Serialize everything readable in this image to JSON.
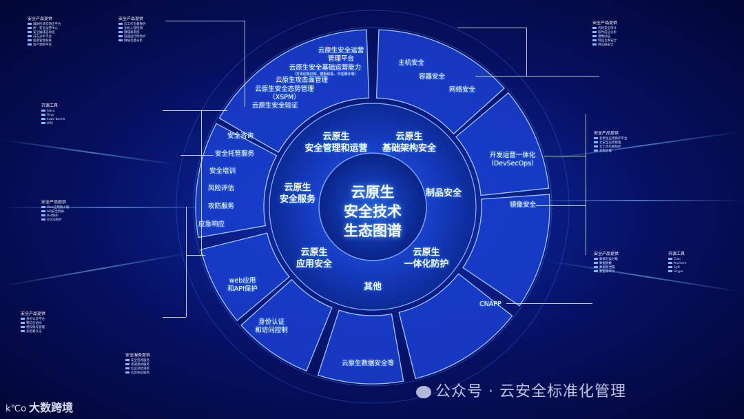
{
  "core_title": [
    "云原生",
    "安全技术",
    "生态图谱"
  ],
  "inner_sections": [
    {
      "id": "mgmt",
      "lines": [
        "云原生",
        "安全管理和运营"
      ]
    },
    {
      "id": "infra",
      "lines": [
        "云原生",
        "基础架构安全"
      ]
    },
    {
      "id": "product",
      "lines": [
        "制品安全"
      ]
    },
    {
      "id": "integrated",
      "lines": [
        "云原生",
        "一体化防护"
      ]
    },
    {
      "id": "other",
      "lines": [
        "其他"
      ]
    },
    {
      "id": "app",
      "lines": [
        "云原生",
        "应用安全"
      ]
    },
    {
      "id": "service",
      "lines": [
        "云原生",
        "安全服务"
      ]
    }
  ],
  "outer_segments": {
    "ops": [
      "云原生安全运营",
      "管理平台",
      "云原生安全基础运营能力",
      "（方法论知识库、模板体系、日志审计等）",
      "云原生攻击面管理",
      "云原生安全态势管理",
      "（XSPM）",
      "云原生安全验证"
    ],
    "infra": [
      "主机安全",
      "容器安全",
      "网络安全"
    ],
    "devsecops": [
      "开发运营一体化",
      "（DevSecOps）"
    ],
    "image": [
      "镜像安全"
    ],
    "cnapp": [
      "CNAPP"
    ],
    "data": [
      "云原生数据安全等"
    ],
    "identity": [
      "身份认证",
      "和访问控制"
    ],
    "web": [
      "web应用",
      "和API保护"
    ],
    "services": [
      "安全咨询",
      "安全托管服务",
      "安全培训",
      "风险评估",
      "攻防服务",
      "应急响应"
    ]
  },
  "side_panels": [
    {
      "title": "安全产品提供",
      "rows": [
        "威胁检测与响应平台",
        "统一安全运营中心",
        "安全编排自动化",
        "日志分析平台",
        "漏洞管理系统",
        "资产测绘平台"
      ]
    },
    {
      "title": "安全产品提供",
      "rows": [
        "云工作负载保护",
        "主机入侵检测",
        "微隔离系统",
        "容器运行时防护",
        "网络流量分析"
      ]
    },
    {
      "title": "开源工具",
      "rows": [
        "Falco",
        "Trivy",
        "kube-bench",
        "OPA"
      ]
    },
    {
      "title": "安全产品提供",
      "rows": [
        "代码安全审计",
        "软件成分分析",
        "镜像扫描",
        "制品仓库安全",
        "供应链安全"
      ]
    },
    {
      "title": "安全产品提供",
      "rows": [
        "云原生应用保护平台",
        "云安全态势管理",
        "云工作负载防护",
        "权限治理"
      ]
    },
    {
      "title": "开源工具",
      "rows": [
        "Clair",
        "Anchore",
        "Syft",
        "Grype"
      ]
    },
    {
      "title": "安全产品提供",
      "rows": [
        "Web应用防火墙",
        "API安全网关",
        "Bot防护",
        "DDoS防护"
      ]
    },
    {
      "title": "安全产品提供",
      "rows": [
        "身份认证平台",
        "零信任访问",
        "特权账号管理",
        "多因素认证"
      ]
    },
    {
      "title": "安全服务提供",
      "rows": [
        "安全咨询服务",
        "渗透测试服务",
        "红蓝对抗演练",
        "应急响应服务"
      ]
    },
    {
      "title": "安全产品提供",
      "rows": [
        "数据分类分级",
        "数据脱敏",
        "数据防泄漏",
        "数据库审计"
      ]
    }
  ],
  "watermark": "公众号 · 云安全标准化管理",
  "brand": {
    "logo": "k℃o",
    "name": "大数跨境"
  },
  "colors": {
    "ring_fill": "#1a3fd0",
    "ring_edge": "#9cc8ff",
    "accent": "#4da3ff"
  }
}
